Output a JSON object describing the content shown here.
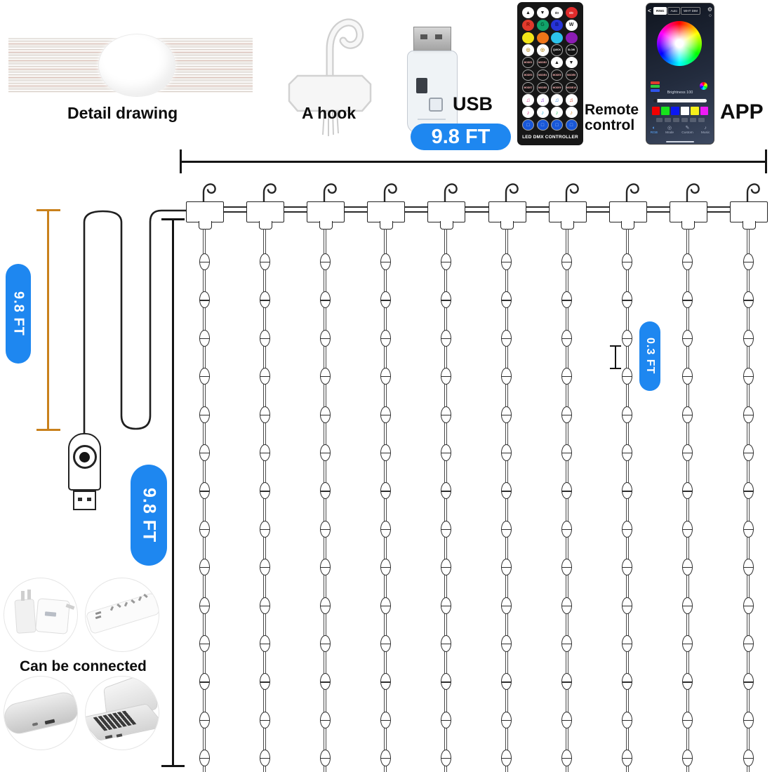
{
  "colors": {
    "badge_blue": "#1e87f0",
    "ruler_orange": "#c9811c",
    "outline_dark": "#222222"
  },
  "header": {
    "detail_drawing_label": "Detail drawing",
    "hook_label": "A hook",
    "usb_label": "USB",
    "remote_line1": "Remote",
    "remote_line2": "control",
    "app_label": "APP"
  },
  "badges": {
    "usb_cable_length": "9.8 FT",
    "left_ruler": "9.8 FT",
    "drop_ruler": "9.8 FT",
    "bulb_gap": "0.3 FT"
  },
  "remote": {
    "brand": "LED DMX CONTROLLER",
    "rows": [
      [
        {
          "t": "▲",
          "bg": "#ffffff",
          "fg": "#161616"
        },
        {
          "t": "▼",
          "bg": "#ffffff",
          "fg": "#161616"
        },
        {
          "t": "I/O",
          "bg": "#ffffff",
          "fg": "#161616"
        },
        {
          "t": "I/O",
          "bg": "#e02b2b",
          "fg": "#ffffff"
        }
      ],
      [
        {
          "t": "R",
          "bg": "#e03a2c",
          "fg": "#821107"
        },
        {
          "t": "G",
          "bg": "#11a36a",
          "fg": "#045737"
        },
        {
          "t": "B",
          "bg": "#2633d6",
          "fg": "#0c1470"
        },
        {
          "t": "W",
          "bg": "#ffffff",
          "fg": "#1c1c1c"
        }
      ],
      [
        {
          "t": "",
          "bg": "#f2e418"
        },
        {
          "t": "",
          "bg": "#ef7518"
        },
        {
          "t": "",
          "bg": "#2cc3ec"
        },
        {
          "t": "",
          "bg": "#8c1cb4"
        }
      ],
      [
        {
          "t": "◎",
          "bg": "#ffffff",
          "fg": "#bd9430"
        },
        {
          "t": "◎",
          "bg": "#ffffff",
          "fg": "#bd9430"
        },
        {
          "t": "QUICK",
          "bg": "#141414",
          "fg": "#ffffff",
          "ring": true
        },
        {
          "t": "SLOW",
          "bg": "#141414",
          "fg": "#ffffff",
          "ring": true
        }
      ],
      [
        {
          "t": "MODE1",
          "bg": "#141414",
          "fg": "#ffb4b4",
          "ring": true
        },
        {
          "t": "MODE2",
          "bg": "#141414",
          "fg": "#ffb4b4",
          "ring": true
        },
        {
          "t": "▲",
          "bg": "#ffffff",
          "fg": "#161616"
        },
        {
          "t": "▼",
          "bg": "#ffffff",
          "fg": "#161616"
        }
      ],
      [
        {
          "t": "MODE3",
          "bg": "#141414",
          "fg": "#ffb4b4",
          "ring": true
        },
        {
          "t": "MODE4",
          "bg": "#141414",
          "fg": "#ffb4b4",
          "ring": true
        },
        {
          "t": "MODE5",
          "bg": "#141414",
          "fg": "#ffb4b4",
          "ring": true
        },
        {
          "t": "MODE6",
          "bg": "#141414",
          "fg": "#ffb4b4",
          "ring": true
        }
      ],
      [
        {
          "t": "MODE7",
          "bg": "#141414",
          "fg": "#ffb4b4",
          "ring": true
        },
        {
          "t": "MODE8",
          "bg": "#141414",
          "fg": "#ffb4b4",
          "ring": true
        },
        {
          "t": "MODE9",
          "bg": "#141414",
          "fg": "#ffb4b4",
          "ring": true
        },
        {
          "t": "MODE10",
          "bg": "#141414",
          "fg": "#ffb4b4",
          "ring": true
        }
      ],
      [
        {
          "t": "♫",
          "bg": "#ffffff",
          "fg": "#d23a86"
        },
        {
          "t": "♫",
          "bg": "#ffffff",
          "fg": "#8a35d6"
        },
        {
          "t": "♫",
          "bg": "#ffffff",
          "fg": "#2f7fd9"
        },
        {
          "t": "♫",
          "bg": "#ffffff",
          "fg": "#d64a2e"
        }
      ],
      [
        {
          "t": "♪",
          "bg": "#ffffff",
          "fg": "#d23a86"
        },
        {
          "t": "♪",
          "bg": "#ffffff",
          "fg": "#2fb3d9"
        },
        {
          "t": "♪",
          "bg": "#ffffff",
          "fg": "#35c46b"
        },
        {
          "t": "♪",
          "bg": "#ffffff",
          "fg": "#d68f2e"
        }
      ],
      [
        {
          "t": "□",
          "bg": "#1857d8",
          "fg": "#a9c8ff",
          "ring": true
        },
        {
          "t": "□",
          "bg": "#1857d8",
          "fg": "#a9c8ff",
          "ring": true
        },
        {
          "t": "□",
          "bg": "#1857d8",
          "fg": "#a9c8ff",
          "ring": true
        },
        {
          "t": "□",
          "bg": "#1857d8",
          "fg": "#a9c8ff",
          "ring": true
        }
      ]
    ]
  },
  "phone": {
    "tabs": [
      "RING",
      "Auto",
      "WHT DIM"
    ],
    "selected_tab": "RING",
    "brightness_text": "Brightness 100",
    "rgb_chips": [
      "#e23b2e",
      "#2ecc40",
      "#2f54eb"
    ],
    "swatches": [
      "#f20000",
      "#17e31c",
      "#0b17f2",
      "#ffffff",
      "#f5ef1b",
      "#ef1bf5"
    ],
    "nav": [
      {
        "icon": "◐",
        "label": "RGB",
        "active": true
      },
      {
        "icon": "◎",
        "label": "Mode",
        "active": false
      },
      {
        "icon": "✎",
        "label": "Custom",
        "active": false
      },
      {
        "icon": "♪",
        "label": "Music",
        "active": false
      }
    ]
  },
  "curtain": {
    "strands": 10,
    "bulbs_per_strand": 14,
    "hooks": 10
  },
  "footer": {
    "caption": "Can be connected"
  }
}
